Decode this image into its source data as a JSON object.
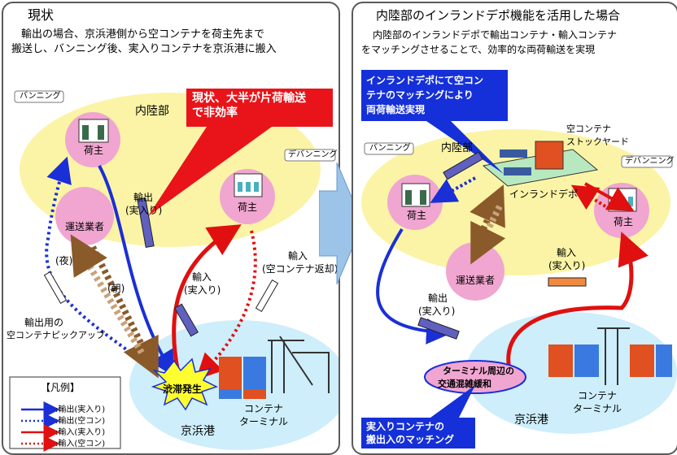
{
  "left": {
    "title": "現状",
    "desc_line1": "輸出の場合、京浜港側から空コンテナを荷主先まで",
    "desc_line2": "搬送し、バンニング後、実入りコンテナを京浜港に搬入",
    "region_inland": "内陸部",
    "callout_red_line1": "現状、大半が片荷輸送",
    "callout_red_line2": "で非効率",
    "tag_vanning": "バンニング",
    "tag_devanning": "デバンニング",
    "shipper1": "荷主",
    "shipper2": "荷主",
    "carrier": "運送業者",
    "export_line1": "輸出",
    "export_line2": "(実入り)",
    "import_full_line1": "輸入",
    "import_full_line2": "(実入り)",
    "import_empty_line1": "輸入",
    "import_empty_line2": "(空コンテナ返却)",
    "night": "(夜)",
    "morning": "(朝)",
    "pickup_line1": "輸出用の",
    "pickup_line2": "空コンテナピックアップ",
    "congestion": "渋滞発生",
    "port": "京浜港",
    "terminal_line1": "コンテナ",
    "terminal_line2": "ターミナル",
    "legend": {
      "title": "【凡例】",
      "items": [
        {
          "label": ":輸出(実入り)",
          "color": "#1a2fd6",
          "style": "solid"
        },
        {
          "label": ":輸出(空コン)",
          "color": "#1a2fd6",
          "style": "dotted"
        },
        {
          "label": ":輸入(実入り)",
          "color": "#e01010",
          "style": "solid"
        },
        {
          "label": ":輸入(空コン)",
          "color": "#e01010",
          "style": "dotted"
        }
      ]
    }
  },
  "right": {
    "title": "内陸部のインランドデポ機能を活用した場合",
    "desc_line1": "内陸部のインランドデポで輸出コンテナ・輸入コンテナ",
    "desc_line2": "をマッチングさせることで、効率的な両荷輸送を実現",
    "callout_blue_line1": "インランドデポにて空コン",
    "callout_blue_line2": "テナのマッチングにより",
    "callout_blue_line3": "両荷輸送実現",
    "region_inland": "内陸部",
    "yard_line1": "空コンテナ",
    "yard_line2": "ストックヤード",
    "depot": "インランドデポ",
    "tag_vanning": "バンニング",
    "tag_devanning": "デバンニング",
    "shipper1": "荷主",
    "shipper2": "荷主",
    "carrier": "運送業者",
    "import_line1": "輸入",
    "import_line2": "(実入り)",
    "export_line1": "輸出",
    "export_line2": "(実入り)",
    "terminal_relief_line1": "ターミナル周辺の",
    "terminal_relief_line2": "交通混雑緩和",
    "terminal_line1": "コンテナ",
    "terminal_line2": "ターミナル",
    "port": "京浜港",
    "bottom_callout_line1": "実入りコンテナの",
    "bottom_callout_line2": "搬出入のマッチング"
  },
  "colors": {
    "blue": "#1a2fd6",
    "red": "#e01010",
    "brown": "#8a5a2a",
    "pink": "#f0a6d0",
    "inland_yellow": "#fbf4a6",
    "port_cyan": "#cdeefa"
  }
}
